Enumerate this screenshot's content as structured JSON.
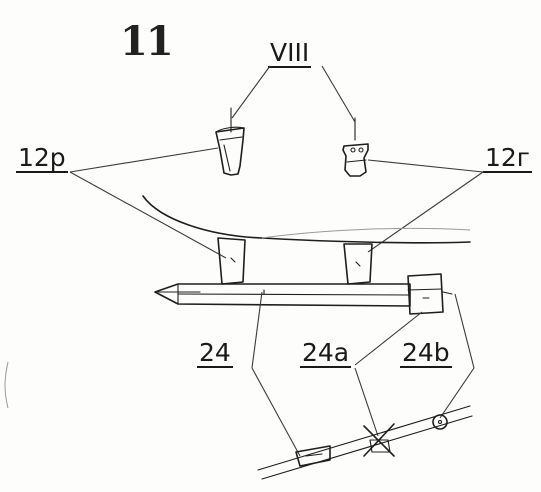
{
  "step_number": "11",
  "labels": {
    "wing_assembly": "VIII",
    "left_part": "12p",
    "right_part": "12г",
    "rod": "24",
    "rod_a": "24a",
    "rod_b": "24b"
  },
  "colors": {
    "ink": "#1e1e1e",
    "paper": "#fdfdfb"
  }
}
